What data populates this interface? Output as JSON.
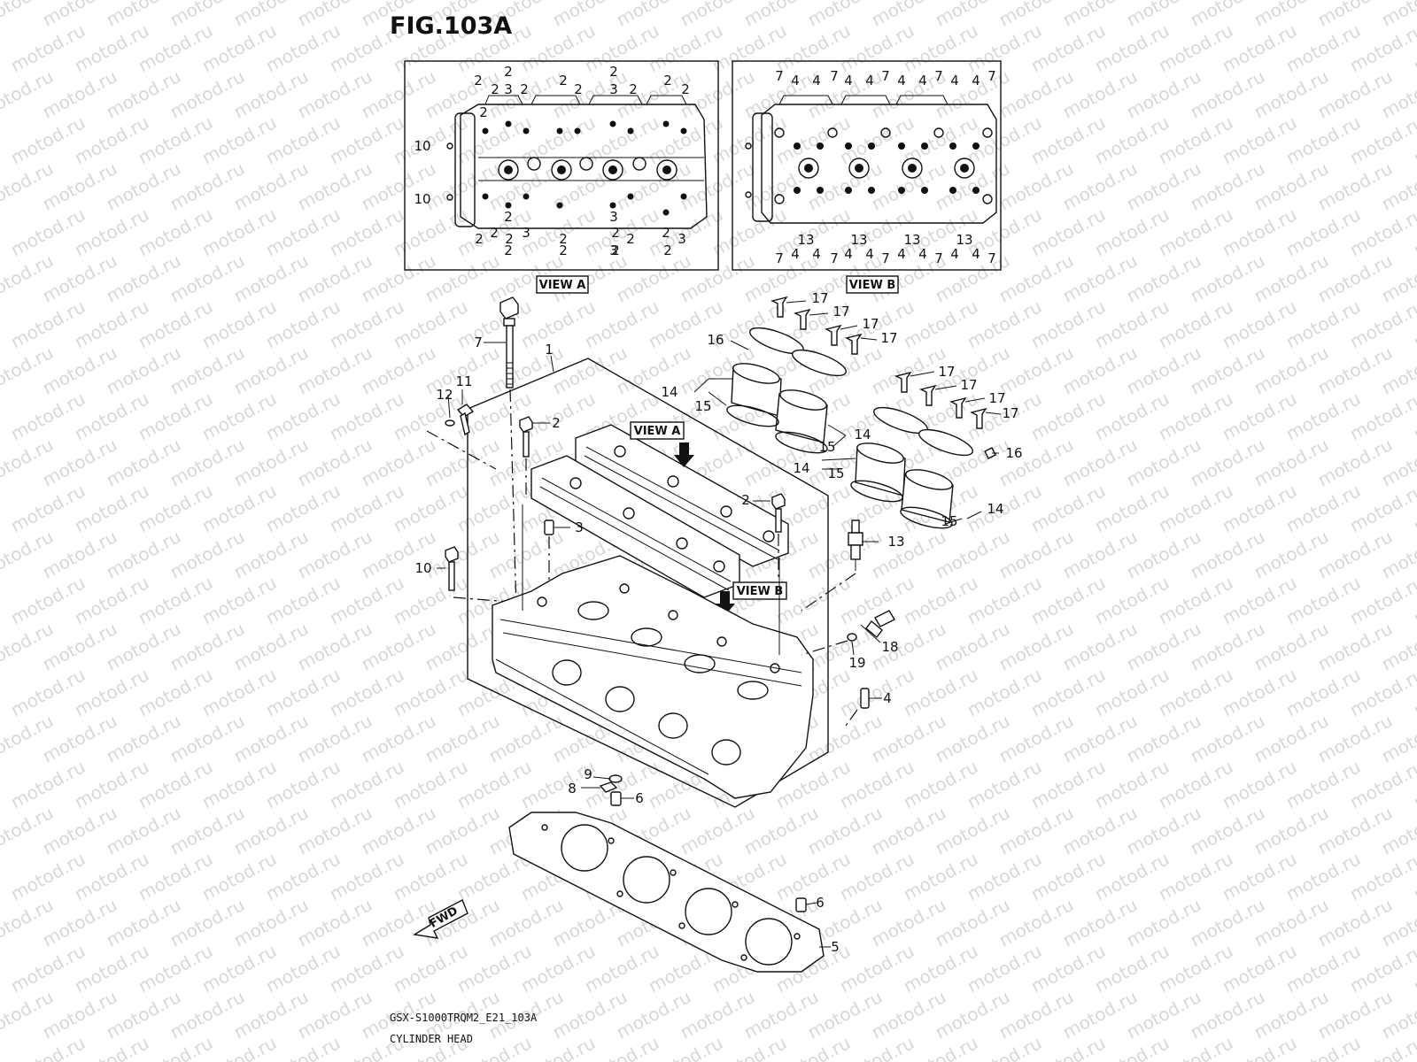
{
  "figure": {
    "title": "FIG.103A",
    "model_code": "GSX-S1000TRQM2_E21_103A",
    "caption": "CYLINDER HEAD",
    "watermark": "motod.ru"
  },
  "views": [
    {
      "tag": "VIEW A"
    },
    {
      "tag": "VIEW B"
    }
  ],
  "diagram_tags": {
    "view_a_pointer": "VIEW A",
    "view_b_pointer": "VIEW B",
    "direction": "FWD"
  },
  "view_a_callouts": [
    "2",
    "2",
    "2",
    "3",
    "2",
    "2",
    "2",
    "2",
    "3",
    "2",
    "2",
    "2",
    "2",
    "10",
    "10",
    "2",
    "2",
    "2",
    "3",
    "2",
    "2",
    "2",
    "2",
    "3",
    "2",
    "2",
    "2",
    "2",
    "2",
    "3",
    "3"
  ],
  "view_b_callouts": [
    "7",
    "4",
    "4",
    "7",
    "4",
    "4",
    "7",
    "4",
    "4",
    "7",
    "4",
    "4",
    "7",
    "7",
    "4",
    "4",
    "7",
    "4",
    "4",
    "7",
    "4",
    "4",
    "7",
    "4",
    "4",
    "7",
    "13",
    "13",
    "13",
    "13"
  ],
  "main_callouts": [
    "1",
    "2",
    "2",
    "3",
    "4",
    "5",
    "6",
    "6",
    "7",
    "8",
    "9",
    "10",
    "11",
    "12",
    "13",
    "14",
    "14",
    "14",
    "14",
    "15",
    "15",
    "15",
    "15",
    "16",
    "16",
    "17",
    "17",
    "17",
    "17",
    "17",
    "17",
    "17",
    "17",
    "18",
    "19"
  ]
}
